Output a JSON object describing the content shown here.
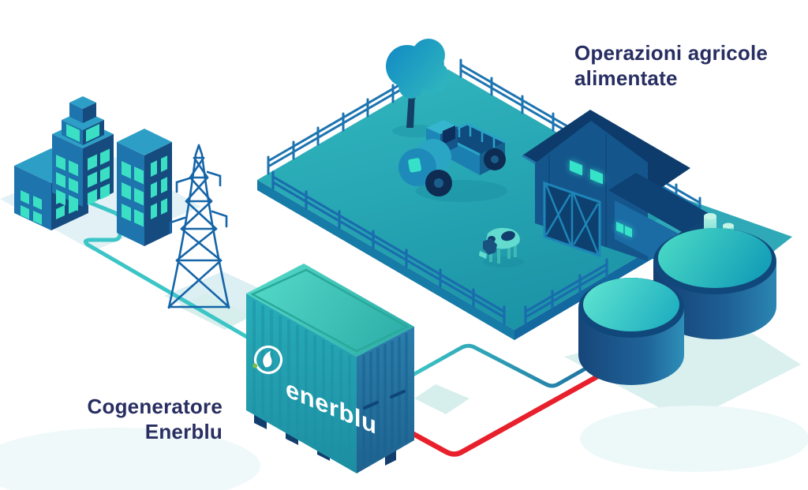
{
  "captions": {
    "farm_label": "Operazioni agricole alimentate",
    "cogenerator_label": "Cogeneratore Enerblu"
  },
  "brand": {
    "wordmark": "enerblu"
  },
  "colors": {
    "text_navy": "#282E62",
    "electricity_line": "#3CC5C6",
    "biogas_line_start": "#3CC6C6",
    "biogas_line_end": "#1B6B9E",
    "heat_line": "#E8202C",
    "field_teal": "#1FA0AF",
    "structure_blue": "#14568C",
    "window_glow": "#35E3C9",
    "tank_top_teal": "#2EC4B9",
    "accent_green": "#7FC241",
    "background": "#FFFFFF"
  },
  "scene_elements": [
    "city-buildings",
    "power-pylon",
    "electricity-line",
    "cogenerator-container",
    "farm-field",
    "tree",
    "tractor",
    "cow",
    "barn",
    "biogas-digesters",
    "biogas-line",
    "heat-line"
  ]
}
